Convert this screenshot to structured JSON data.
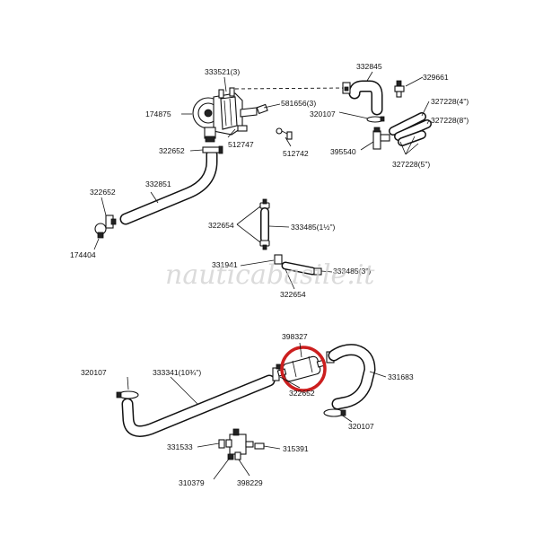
{
  "diagram": {
    "watermark": "nauticabasile.it",
    "highlight_color": "#cc1f1f",
    "line_color": "#111111",
    "labels": {
      "p333521": "333521(3)",
      "p332845": "332845",
      "p329661": "329661",
      "p327228_4": "327228(4\")",
      "p327228_8": "327228(8\")",
      "p174875": "174875",
      "p581656": "581656(3)",
      "p320107_top": "320107",
      "p395540": "395540",
      "p327228_5": "327228(5\")",
      "p322652_top": "322652",
      "p512747": "512747",
      "p512742": "512742",
      "p332851": "332851",
      "p322652_left": "322652",
      "p174404": "174404",
      "p322654_a": "322654",
      "p333485_a": "333485(1½\")",
      "p331941": "331941",
      "p333485_b": "333485(3\")",
      "p322654_b": "322654",
      "p398327": "398327",
      "p320107_left": "320107",
      "p333341": "333341(10¾\")",
      "p331683": "331683",
      "p322652_bottom": "322652",
      "p320107_right": "320107",
      "p331533": "331533",
      "p315391": "315391",
      "p310379": "310379",
      "p398229": "398229"
    }
  }
}
